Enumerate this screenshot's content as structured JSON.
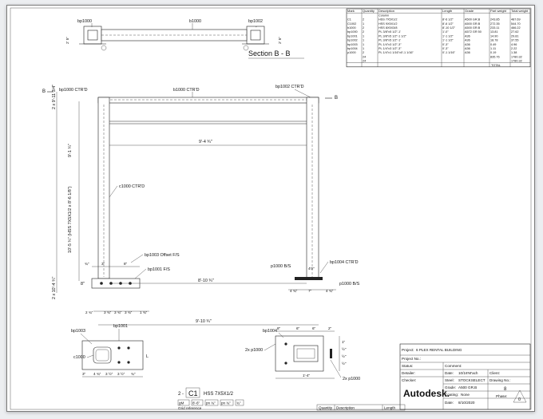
{
  "bom": {
    "headers": [
      "Mark",
      "Quantity",
      "Description",
      "Length",
      "Grade",
      "Part weight",
      "Total weight"
    ],
    "rows": [
      [
        "",
        "",
        "Column",
        "",
        "",
        "",
        ""
      ],
      [
        "C1",
        "2",
        "HSS 7X5X1/2",
        "8'-6 1/2\"",
        "A500 GR.B",
        "243.85",
        "487.69"
      ],
      [
        "C1002",
        "1",
        "HSS 9X5X1/2",
        "8'-6 1/2\"",
        "A500 GR.B",
        "272.35",
        "544.70"
      ],
      [
        "b1000",
        "2",
        "HSS 8X5X3/8",
        "8'-10 1/2\"",
        "A500 GR.B",
        "233.11",
        "466.22"
      ],
      [
        "bp1000",
        "2",
        "PL 3/8\"x5 1/2\"-1'",
        "1'-0\"",
        "A572 GR 50",
        "13.81",
        "27.62"
      ],
      [
        "bp1001",
        "1",
        "PL 3/8\"x5 1/2\"-1 1/2\"",
        "1'-1 1/2\"",
        "A36",
        "14.90",
        "29.81"
      ],
      [
        "bp1002",
        "1",
        "PL 3/8\"x5 1/2\"-1'",
        "1'-1 1/2\"",
        "A36",
        "18.78",
        "37.55"
      ],
      [
        "bp1003",
        "1",
        "PL 1/4\"x3 1/2\"-3\"",
        "0'-3\"",
        "A36",
        "0.49",
        "4.96"
      ],
      [
        "bp1004",
        "1",
        "PL 1/4\"x3 1/2\"-3\"",
        "0'-3\"",
        "A36",
        "1.11",
        "2.22"
      ],
      [
        "p1000",
        "2",
        "PL 1/4\"x1 1/16\"x0'-1 1/16\"",
        "0'-1 1/16\"",
        "A36",
        "0.19",
        "1.38"
      ],
      [
        "",
        "24",
        "",
        "",
        "",
        "835.76",
        "1780.32"
      ],
      [
        "",
        "24",
        "",
        "",
        "",
        "",
        "1780.32"
      ]
    ],
    "total_label": "TOTAL"
  },
  "section_bb": {
    "title": "Section B - B",
    "labels": {
      "bp1000": "bp1000",
      "b1000": "b1000",
      "bp1002": "bp1002",
      "dim_left": "2' 5\"",
      "dim_right": "2' 5\""
    }
  },
  "elevation": {
    "section_mark": "B",
    "labels": {
      "bp1000_ctrd": "bp1000 CTR'D",
      "b1000_ctrd": "b1000 CTR'D",
      "bp1002_ctrd": "bp1002 CTR'D",
      "c1000_ctrd": "c1000 CTR'D",
      "bp1003": "bp1003 Offset F/S",
      "bp1001": "bp1001 F/S",
      "p1000_bs_l": "p1000 B/S",
      "bp1004": "bp1004 CTR'D",
      "p1000_bs_r": "p1000 B/S",
      "span_top": "9'-4 ¾\"",
      "span_bot": "8'-10 ¾\"",
      "overall": "9'-10 ¾\"",
      "vert_overall": "10'-5 ¾\" (HSS 7X5X1/2 x 8'-6 1/8\")",
      "vert_top": "2 x 9'-11 3/4\"",
      "vert_mid": "9'-1 ¾\"",
      "vert_base": "2 x 10'-4 ¾\"",
      "base_h": "8\"",
      "dims_left_base": [
        "2 ¾\"",
        "3 ¾\"",
        "3 ¾\"",
        "3 ¾\"",
        "1 ¾\""
      ],
      "dims_bp_top": [
        "¾\"",
        "3\"",
        "8\""
      ],
      "dims_right_base": [
        "4 ¾\"",
        "7\"",
        "4 ¾\""
      ],
      "dim_40": "4'0\""
    }
  },
  "details": {
    "left": {
      "bp1003": "bp1003",
      "bp1001": "bp1001",
      "c1000": "c1000",
      "dims": [
        "3\"",
        "4 ¾\"",
        "3 ½\"",
        "3 ½\"",
        "¾\""
      ],
      "h": "L"
    },
    "right": {
      "bp1004": "bp1004",
      "p1000_top": "2x p1000",
      "p1000_bot": "2x p1000",
      "dims_top": [
        "8\"",
        "6\"",
        "6\"",
        "2\""
      ],
      "dim_bot": "1'-4\"",
      "dims_side": [
        "1\"",
        "½\"",
        "½\"",
        "½\""
      ]
    }
  },
  "legend": {
    "prefix": "2 -",
    "mark": "C1",
    "profile": "HSS 7X5X1/2",
    "chips": [
      "gM",
      "8'-6\"",
      "pn ¾\"",
      "pn ¾\"",
      "¾\""
    ],
    "grid_ref": "Grid reference"
  },
  "title_block": {
    "project_label": "Project:",
    "project": "6 PLEX RENTAL BUILDING",
    "project_no_label": "Project No.:",
    "status_label": "Status:",
    "comment_label": "Comment:",
    "detailer_label": "Detailer:",
    "date_label": "Date:",
    "date": "10/16'M'ach",
    "client_label": "Client:",
    "checker_label": "Checker:",
    "steel_label": "Steel:",
    "steel": "STOCKSELECT",
    "drawing_no_label": "Drawing No.:",
    "drawing_no": "8",
    "grade_label": "Grade:",
    "grade": "A500 GR.B",
    "coating_label": "Coating:",
    "coating": "None",
    "phase_label": "Phase:",
    "phase": "0",
    "date2_label": "Date:",
    "date2": "8/10/2020",
    "brand": "Autodesk."
  },
  "revision": {
    "headers": [
      "Quantity",
      "Description",
      "Length"
    ]
  }
}
